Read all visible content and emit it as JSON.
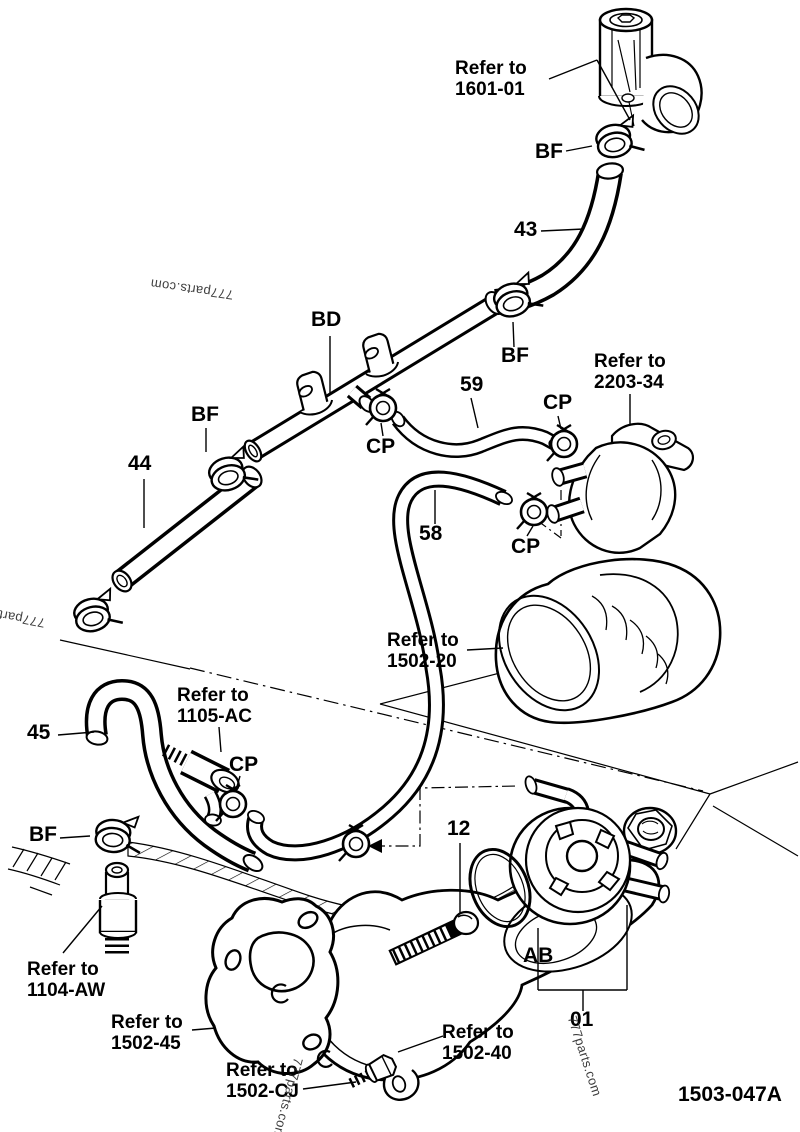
{
  "drawing_number": "1503-047A",
  "watermark": {
    "text": "777parts.com"
  },
  "callouts": {
    "refer_1601_01": "Refer to\n1601-01",
    "bf_top": "BF",
    "num_43": "43",
    "bd": "BD",
    "bf_mid": "BF",
    "num_59": "59",
    "cp_hose59_right": "CP",
    "refer_2203_34": "Refer to\n2203-34",
    "bf_left": "BF",
    "num_44": "44",
    "cp_hose59_left": "CP",
    "num_58": "58",
    "cp_pump_port": "CP",
    "refer_1502_20": "Refer to\n1502-20",
    "num_45": "45",
    "refer_1105_ac": "Refer to\n1105-AC",
    "cp_low": "CP",
    "bf_bottom": "BF",
    "refer_1104_aw": "Refer to\n1104-AW",
    "num_12": "12",
    "ab": "AB",
    "num_01": "01",
    "refer_1502_45": "Refer to\n1502-45",
    "refer_1502_40": "Refer to\n1502-40",
    "refer_1502_cj": "Refer to\n1502-CJ"
  },
  "colors": {
    "line": "#000000",
    "background": "#ffffff",
    "watermark": "#2a2a2a"
  }
}
